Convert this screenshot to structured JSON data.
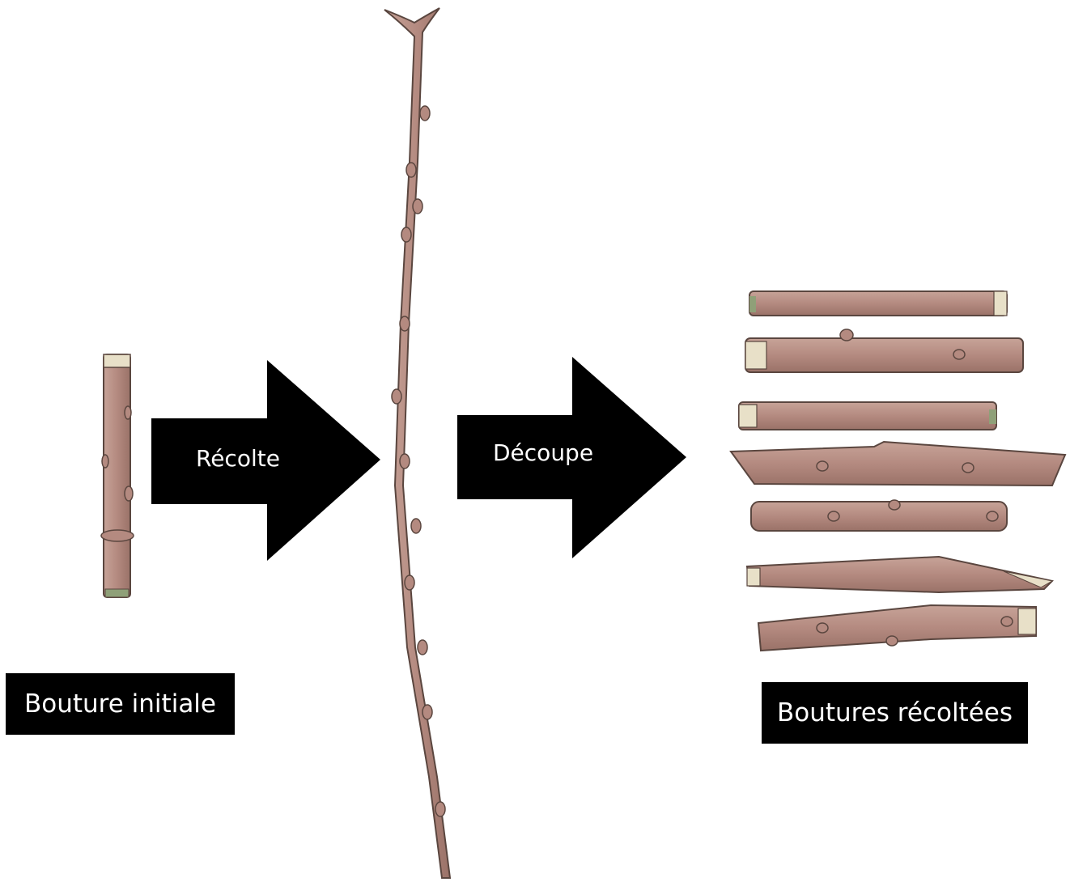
{
  "labels": {
    "initial_cutting": "Bouture initiale",
    "harvested_cuttings": "Boutures récoltées"
  },
  "arrows": {
    "harvest": "Récolte",
    "cut": "Découpe"
  },
  "colors": {
    "arrow": "#000000",
    "label_bg": "#000000",
    "label_text": "#ffffff",
    "stem": "#b48a80",
    "stem_outline": "#5a463f",
    "stem_cut": "#e8e0c8"
  }
}
